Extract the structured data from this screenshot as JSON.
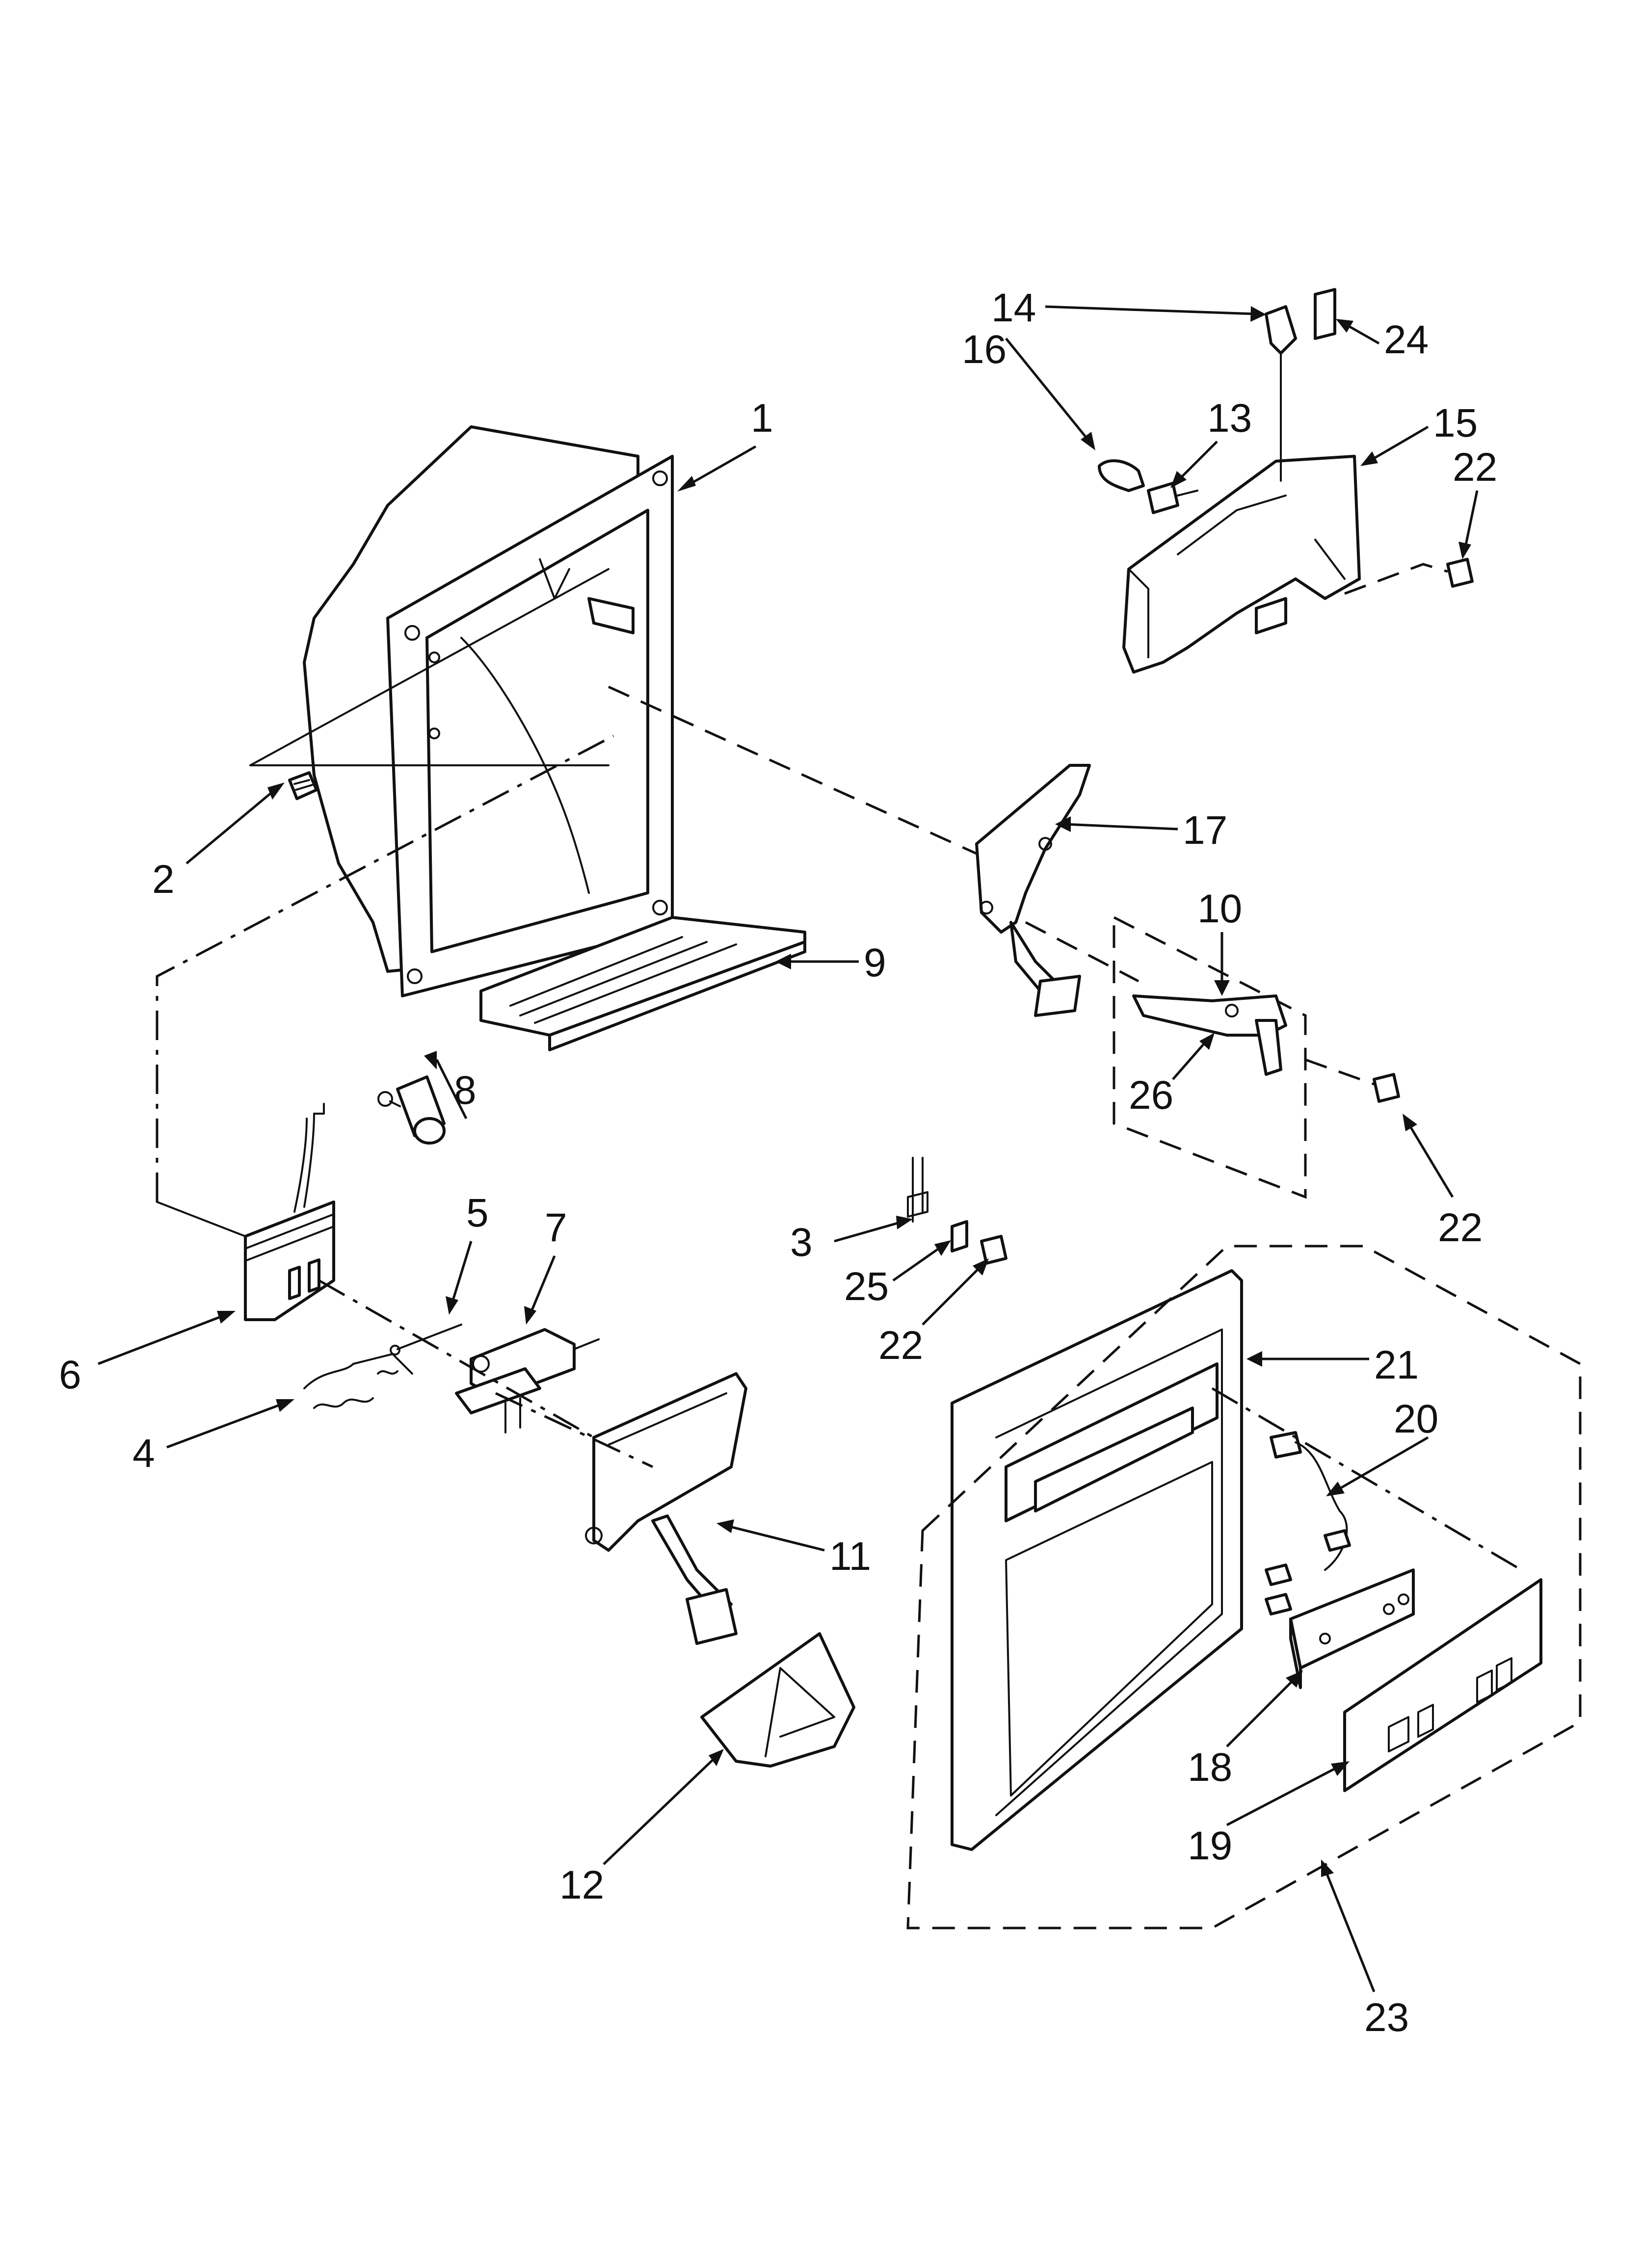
{
  "callouts": [
    {
      "id": "1",
      "text": "1"
    },
    {
      "id": "2",
      "text": "2"
    },
    {
      "id": "3",
      "text": "3"
    },
    {
      "id": "4",
      "text": "4"
    },
    {
      "id": "5",
      "text": "5"
    },
    {
      "id": "6",
      "text": "6"
    },
    {
      "id": "7",
      "text": "7"
    },
    {
      "id": "8",
      "text": "8"
    },
    {
      "id": "9",
      "text": "9"
    },
    {
      "id": "10",
      "text": "10"
    },
    {
      "id": "11",
      "text": "11"
    },
    {
      "id": "12",
      "text": "12"
    },
    {
      "id": "13",
      "text": "13"
    },
    {
      "id": "14",
      "text": "14"
    },
    {
      "id": "15",
      "text": "15"
    },
    {
      "id": "16",
      "text": "16"
    },
    {
      "id": "17",
      "text": "17"
    },
    {
      "id": "18",
      "text": "18"
    },
    {
      "id": "19",
      "text": "19"
    },
    {
      "id": "20",
      "text": "20"
    },
    {
      "id": "21",
      "text": "21"
    },
    {
      "id": "22a",
      "text": "22"
    },
    {
      "id": "22b",
      "text": "22"
    },
    {
      "id": "22c",
      "text": "22"
    },
    {
      "id": "23",
      "text": "23"
    },
    {
      "id": "24",
      "text": "24"
    },
    {
      "id": "25",
      "text": "25"
    },
    {
      "id": "26",
      "text": "26"
    }
  ]
}
